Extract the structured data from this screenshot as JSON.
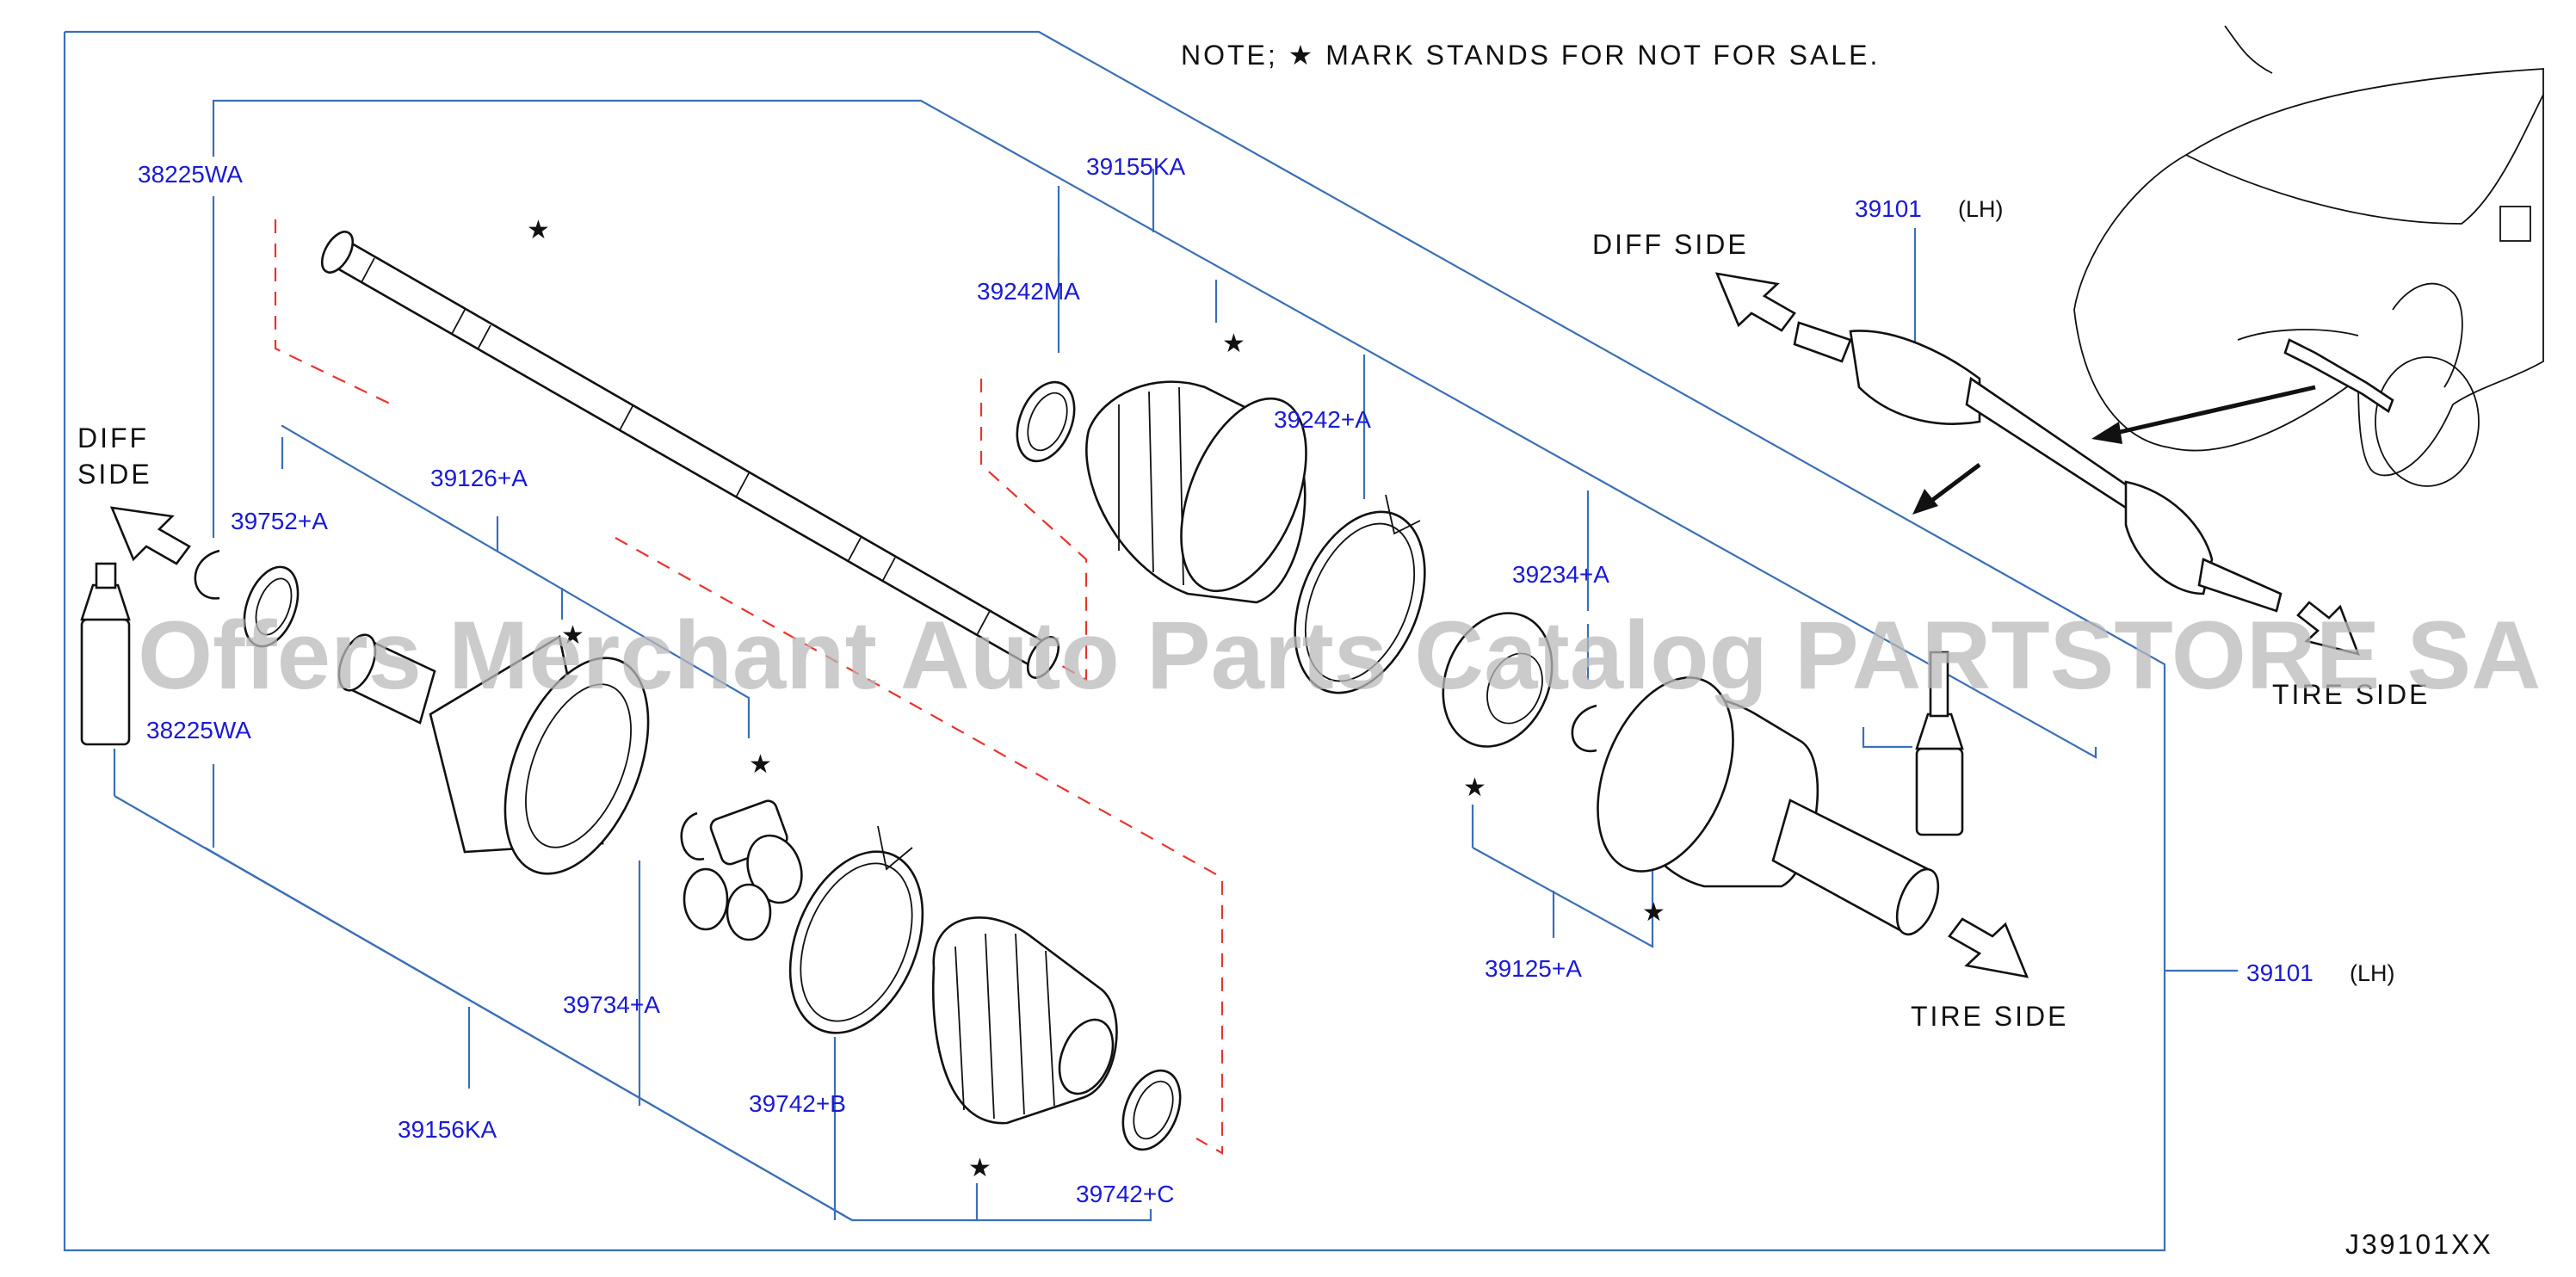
{
  "note": "NOTE;  ★ MARK  STANDS  FOR  NOT  FOR  SALE.",
  "watermark": "Offers Merchant Auto Parts Catalog PARTSTORE SA",
  "diagram_id": "J39101XX",
  "labels": {
    "diff_side_left_1": "DIFF",
    "diff_side_left_2": "SIDE",
    "diff_side_top": "DIFF  SIDE",
    "tire_side_mid": "TIRE  SIDE",
    "tire_side_top": "TIRE  SIDE",
    "lh_top": "(LH)",
    "lh_right": "(LH)"
  },
  "parts": {
    "p38225WA_top": "38225WA",
    "p38225WA_left": "38225WA",
    "p39155KA": "39155KA",
    "p39242MA": "39242MA",
    "p39242A": "39242+A",
    "p39234A": "39234+A",
    "p39752A": "39752+A",
    "p39126A": "39126+A",
    "p39734A": "39734+A",
    "p39742B": "39742+B",
    "p39742C": "39742+C",
    "p39156KA": "39156KA",
    "p39125A": "39125+A",
    "p39101_top": "39101",
    "p39101_right": "39101"
  },
  "star_symbol": "★",
  "colors": {
    "leader": "#3b6fb6",
    "part_number": "#1a1ad6",
    "dashed": "#e8352e",
    "ink": "#111111"
  }
}
